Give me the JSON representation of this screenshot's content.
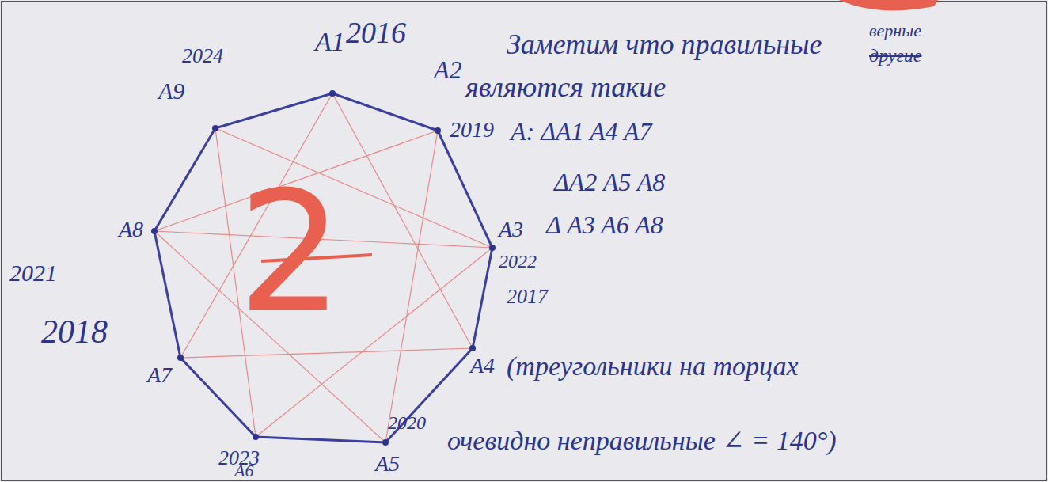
{
  "diagram": {
    "labels": [
      "2016",
      "A1",
      "2024",
      "A9",
      "A2",
      "2019",
      "Заметим что правильные",
      "верные",
      "другие",
      "являются такие",
      "A: ΔA1 A4 A7",
      "A8",
      "A3",
      "2022",
      "ΔA2 A5 A8",
      "2017",
      "Δ A3 A6 A8",
      "2021",
      "2018",
      "A4",
      "A7",
      "(треугольники на торцах",
      "2020",
      "очевидно неправильные ∠ = 140°)",
      "2023",
      "A6",
      "A5",
      "2"
    ]
  }
}
